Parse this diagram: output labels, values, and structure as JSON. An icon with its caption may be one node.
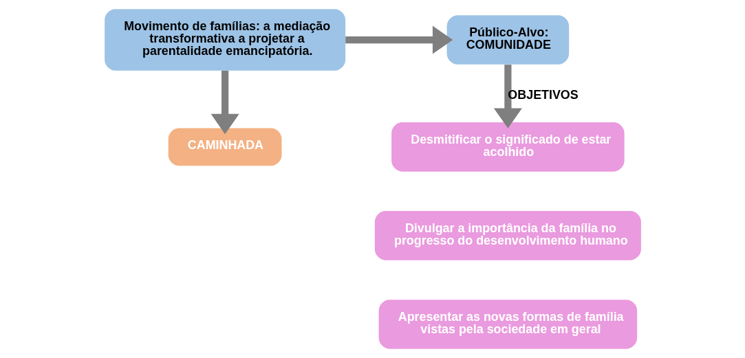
{
  "diagram": {
    "nodes": [
      {
        "text": [
          "Movimento de famílias: a mediação transformativa a projetar a parentalidade emancipatória."
        ]
      },
      {
        "text": [
          "Público-Alvo: COMUNIDADE"
        ]
      },
      {
        "text": [
          "CAMINHADA"
        ]
      },
      {
        "text": [
          "Desmitificar o significado de estar acolhido"
        ]
      },
      {
        "text": [
          "Divulgar a importância da família no progresso do desenvolvimento humano"
        ]
      },
      {
        "text": [
          "Apresentar as novas formas de família vistas pela sociedade em geral"
        ]
      }
    ],
    "edges": [
      {
        "from": 0,
        "to": 1,
        "arrow": "to"
      },
      {
        "from": 1,
        "to": 3,
        "arrow": "to",
        "label": "OBJETIVOS"
      },
      {
        "from": 0,
        "to": 2,
        "arrow": "to"
      }
    ]
  }
}
